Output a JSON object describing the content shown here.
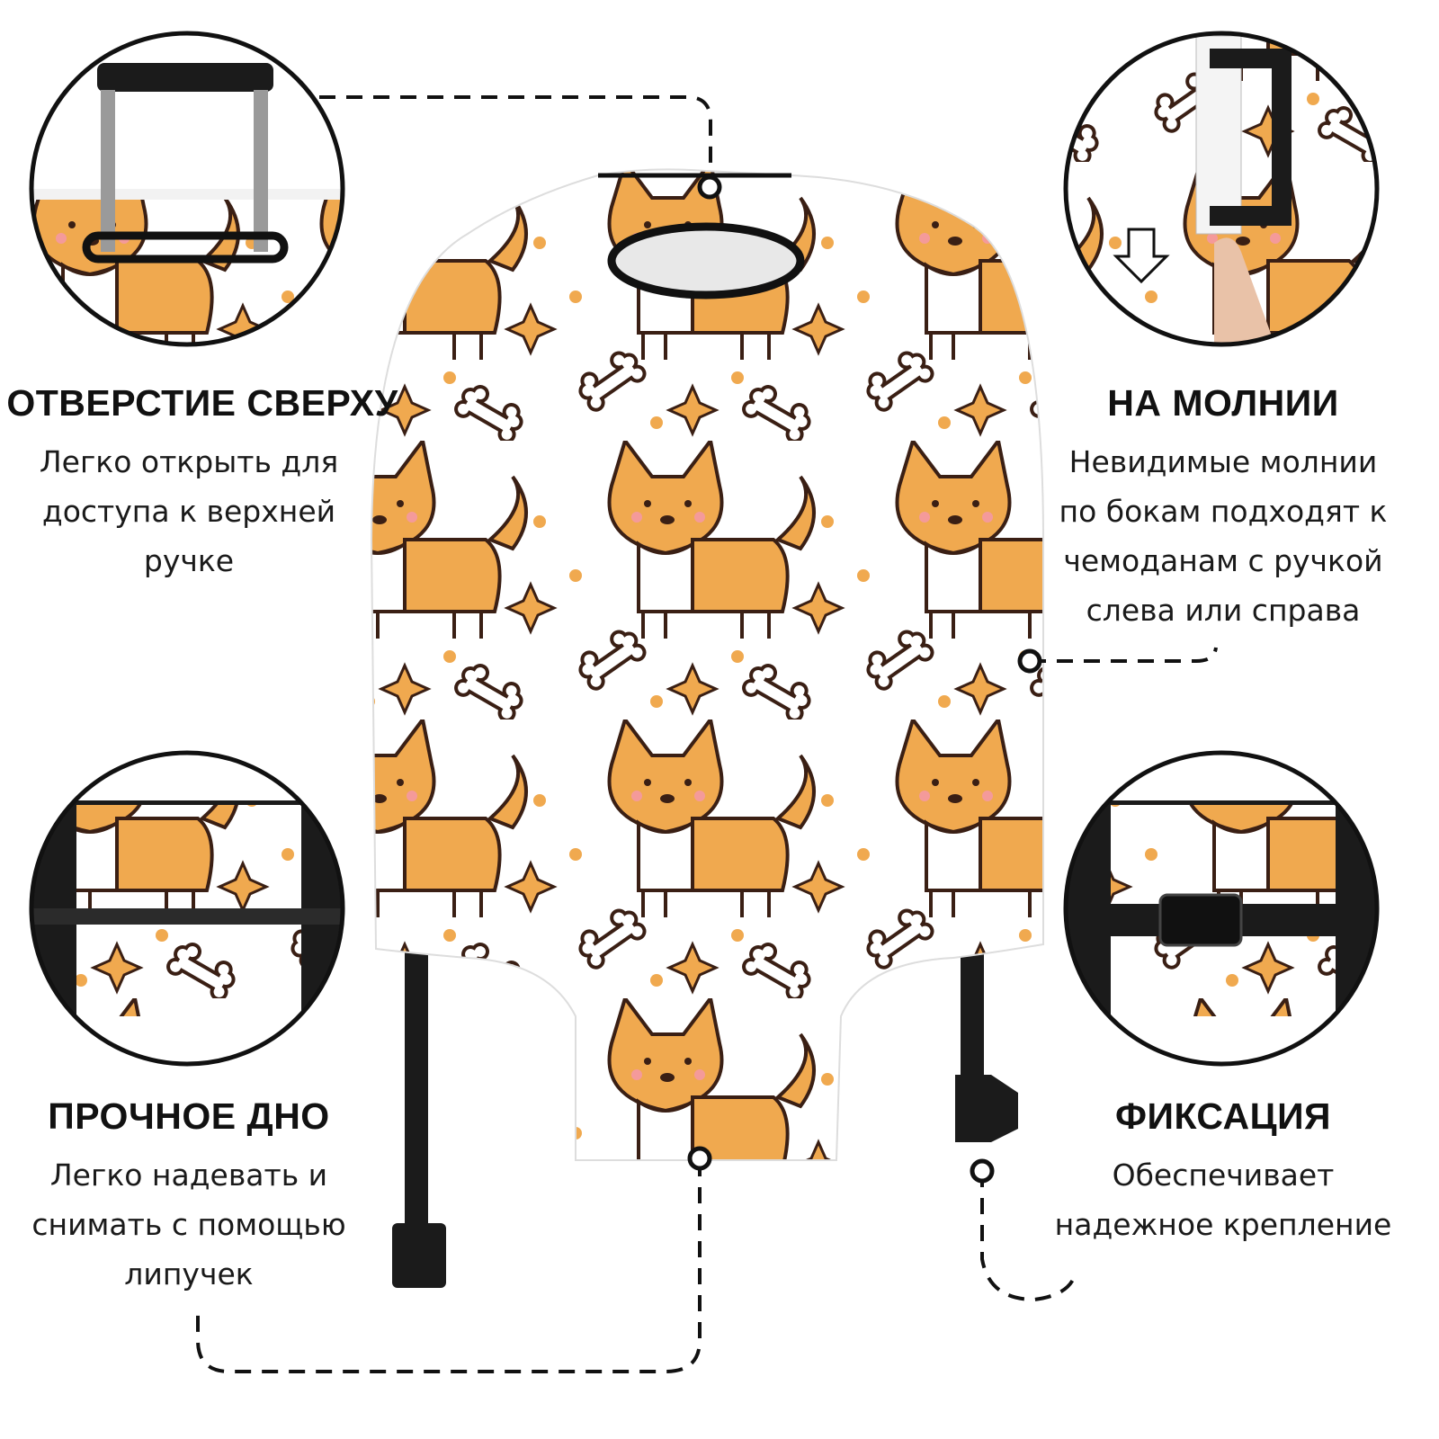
{
  "features": [
    {
      "title": "ОТВЕРСТИЕ СВЕРХУ",
      "lines": [
        "Легко открыть для",
        "доступа к верхней",
        "ручке"
      ]
    },
    {
      "title": "НА МОЛНИИ",
      "lines": [
        "Невидимые молнии",
        "по бокам подходят к",
        "чемоданам с ручкой",
        "слева или справа"
      ]
    },
    {
      "title": "ПРОЧНОЕ ДНО",
      "lines": [
        "Легко надевать и",
        "снимать с помощью",
        "липучек"
      ]
    },
    {
      "title": "ФИКСАЦИЯ",
      "lines": [
        "Обеспечивает",
        "надежное крепление"
      ]
    }
  ],
  "colors": {
    "corgi_orange": "#f0a94f",
    "outline": "#3a1f14",
    "strap": "#1b1b1b",
    "dash": "#111111"
  }
}
